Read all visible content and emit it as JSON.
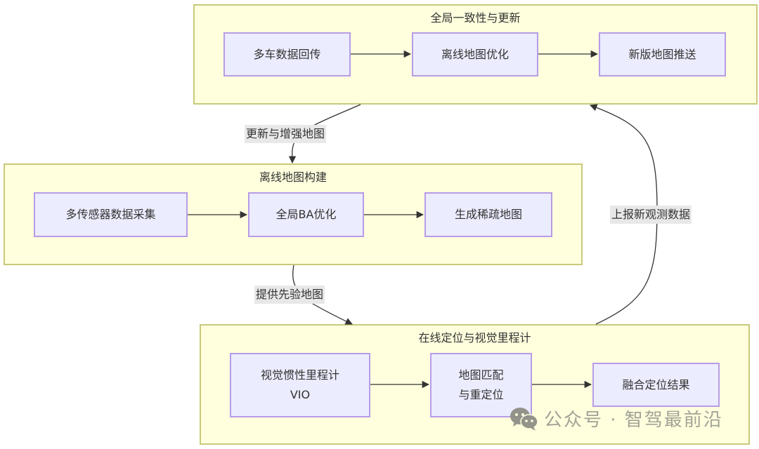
{
  "clusters": {
    "global": {
      "title": "全局一致性与更新",
      "nodes": [
        "多车数据回传",
        "离线地图优化",
        "新版地图推送"
      ]
    },
    "offline": {
      "title": "离线地图构建",
      "nodes": [
        "多传感器数据采集",
        "全局BA优化",
        "生成稀疏地图"
      ]
    },
    "online": {
      "title": "在线定位与视觉里程计",
      "nodes": [
        {
          "line1": "视觉惯性里程计",
          "line2": "VIO"
        },
        {
          "line1": "地图匹配",
          "line2": "与重定位"
        },
        {
          "line1": "融合定位结果"
        }
      ]
    }
  },
  "edge_labels": {
    "update_enhance": "更新与增强地图",
    "report_obs": "上报新观测数据",
    "provide_prior": "提供先验地图"
  },
  "watermark": {
    "text": "公众号 · 智驾最前沿",
    "icon": "wechat-icon"
  },
  "colors": {
    "cluster_fill": "#ffffde",
    "cluster_border": "#c9c97a",
    "node_fill": "#ececff",
    "node_border": "#b79ce6",
    "edge": "#333333",
    "label_bg": "#e8e8e8"
  }
}
